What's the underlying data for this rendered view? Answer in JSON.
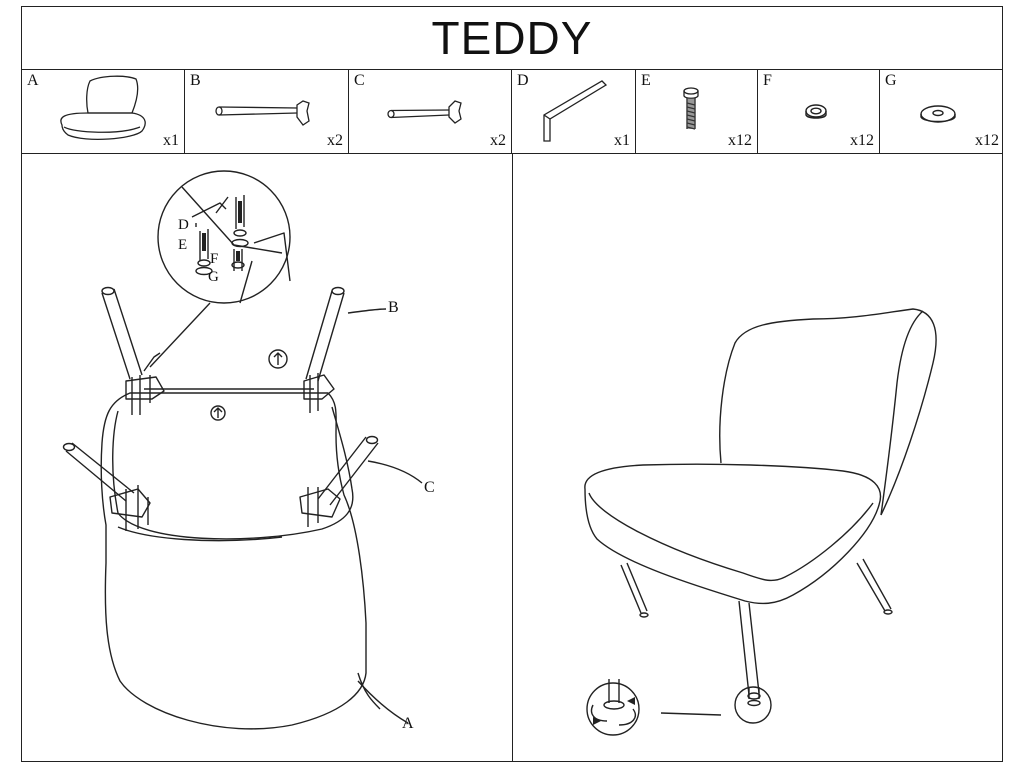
{
  "title": "TEDDY",
  "parts": [
    {
      "letter": "A",
      "qty": "x1",
      "icon": "armchair-seat-icon"
    },
    {
      "letter": "B",
      "qty": "x2",
      "icon": "long-leg-icon"
    },
    {
      "letter": "C",
      "qty": "x2",
      "icon": "short-leg-icon"
    },
    {
      "letter": "D",
      "qty": "x1",
      "icon": "hex-key-icon"
    },
    {
      "letter": "E",
      "qty": "x12",
      "icon": "bolt-icon"
    },
    {
      "letter": "F",
      "qty": "x12",
      "icon": "spring-washer-icon"
    },
    {
      "letter": "G",
      "qty": "x12",
      "icon": "flat-washer-icon"
    }
  ],
  "step1": {
    "callouts": {
      "b": "B",
      "c": "C",
      "a": "A"
    },
    "inset_letters": {
      "d": "D",
      "e": "E",
      "f": "F",
      "g": "G"
    }
  },
  "colors": {
    "line": "#222222",
    "background": "#ffffff"
  }
}
